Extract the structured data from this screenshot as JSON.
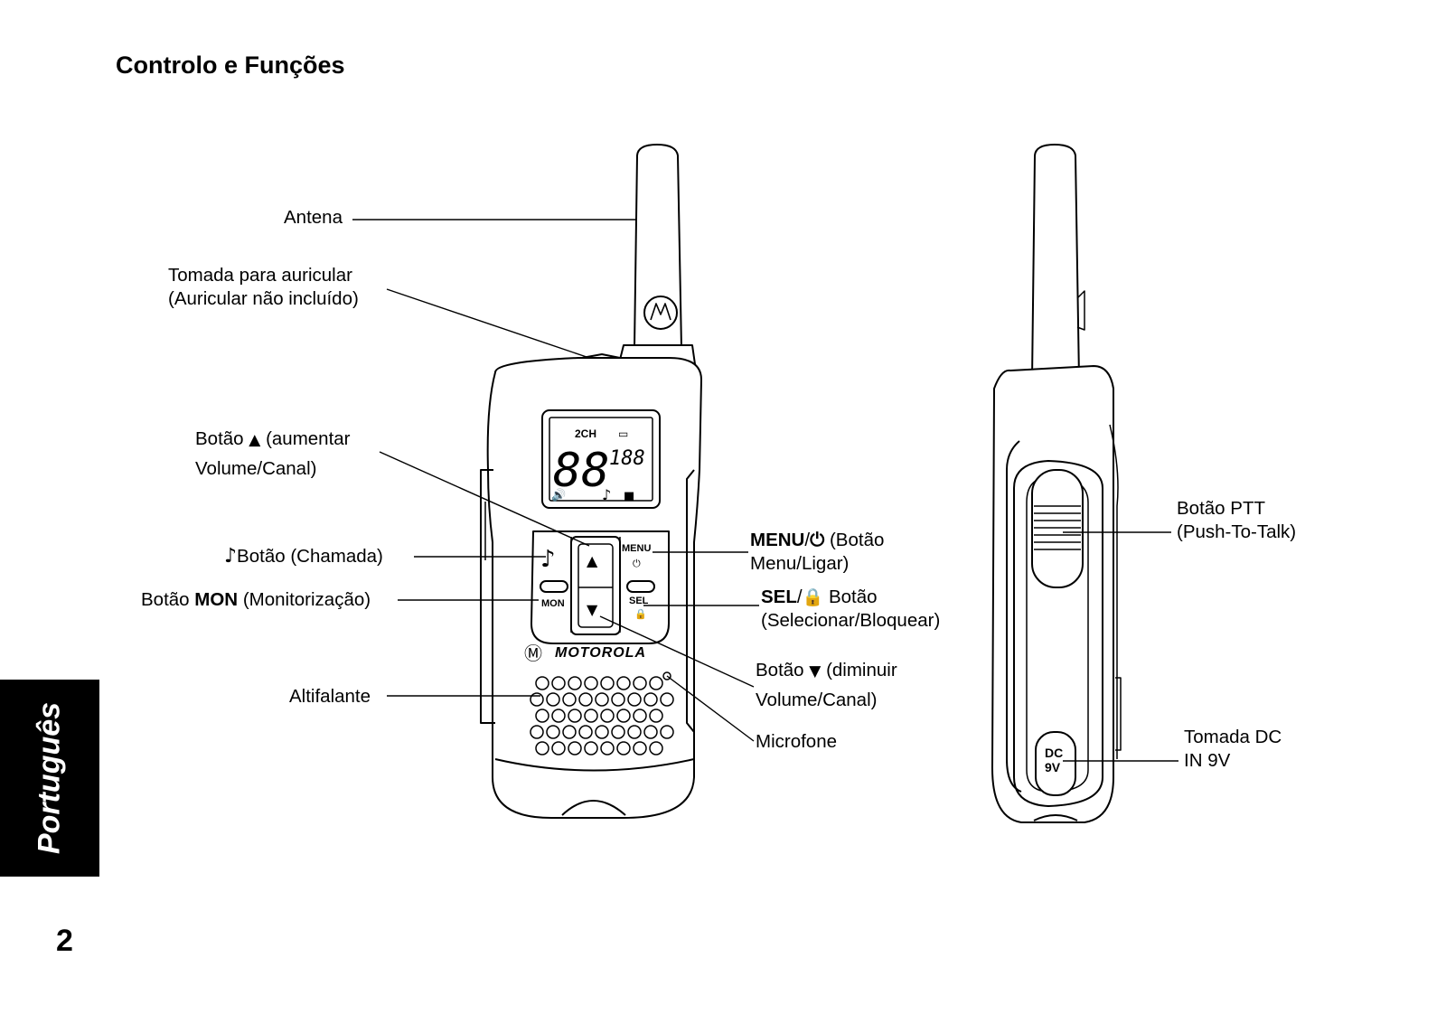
{
  "page": {
    "title": "Controlo e Funções",
    "side_tab": "Português",
    "page_number": "2"
  },
  "labels": {
    "antenna": "Antena",
    "earpiece_line1": "Tomada para auricular",
    "earpiece_line2": "(Auricular não incluído)",
    "vol_up_prefix": "Botão",
    "vol_up_suffix": "(aumentar",
    "vol_up_line2": "Volume/Canal)",
    "call": "Botão (Chamada)",
    "mon_prefix": "Botão",
    "mon_bold": "MON",
    "mon_suffix": "(Monitorização)",
    "speaker": "Altifalante",
    "menu_bold": "MENU",
    "menu_suffix": "(Botão",
    "menu_line2": "Menu/Ligar)",
    "sel_bold": "SEL",
    "sel_suffix": "Botão",
    "sel_line2": "(Selecionar/Bloquear)",
    "vol_down_prefix": "Botão",
    "vol_down_suffix": "(diminuir",
    "vol_down_line2": "Volume/Canal)",
    "microphone": "Microfone",
    "ptt_line1": "Botão PTT",
    "ptt_line2": "(Push-To-Talk)",
    "dc_line1": "Tomada DC",
    "dc_line2": "IN 9V"
  },
  "device": {
    "brand": "MOTOROLA",
    "menu_key": "MENU",
    "mon_key": "MON",
    "sel_key": "SEL",
    "lcd_channel": "2CH",
    "lcd_big_digits": "88",
    "lcd_small_digits": "188",
    "dc_jack_line1": "DC",
    "dc_jack_line2": "9V"
  },
  "icons": [
    "up-triangle-icon",
    "down-triangle-icon",
    "music-note-icon",
    "power-icon",
    "lock-icon"
  ]
}
